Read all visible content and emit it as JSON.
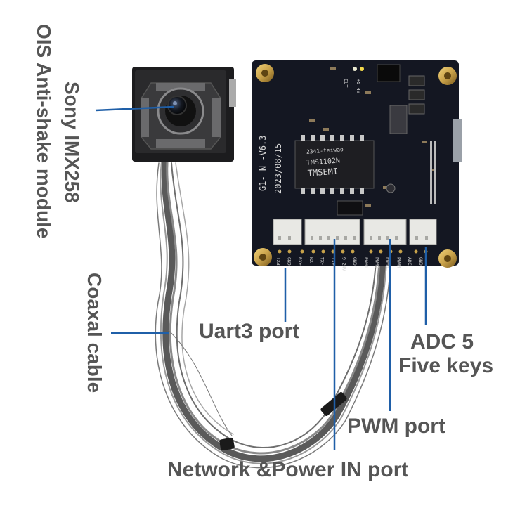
{
  "labels": {
    "sony": "Sony IMX258",
    "ois": "OIS Anti-shake module",
    "coaxal": "Coaxal cable",
    "uart": "Uart3 port",
    "adc": "ADC 5",
    "keys": "Five keys",
    "pwm": "PWM port",
    "network": "Network &Power IN port"
  },
  "board": {
    "version": "G1- N -V6.3",
    "date": "2023/08/15",
    "chip_brand": "TMSEMI",
    "chip_model": "TMS1102N",
    "chip_code": "2341-teiwao",
    "voltage": "+5.4V",
    "cut": "CUT",
    "pins": [
      "TX3",
      "GND",
      "RX+",
      "RX-",
      "TX-",
      "TX+",
      "9-24V",
      "GND",
      "PWM1",
      "PWM2",
      "PWM3",
      "PWM4",
      "ADC",
      "GND"
    ]
  },
  "colors": {
    "label": "#555555",
    "pointer": "#1f5fa8",
    "pcb": "#141722",
    "connector": "#e8e8e4",
    "brass": "#c9a24a"
  }
}
